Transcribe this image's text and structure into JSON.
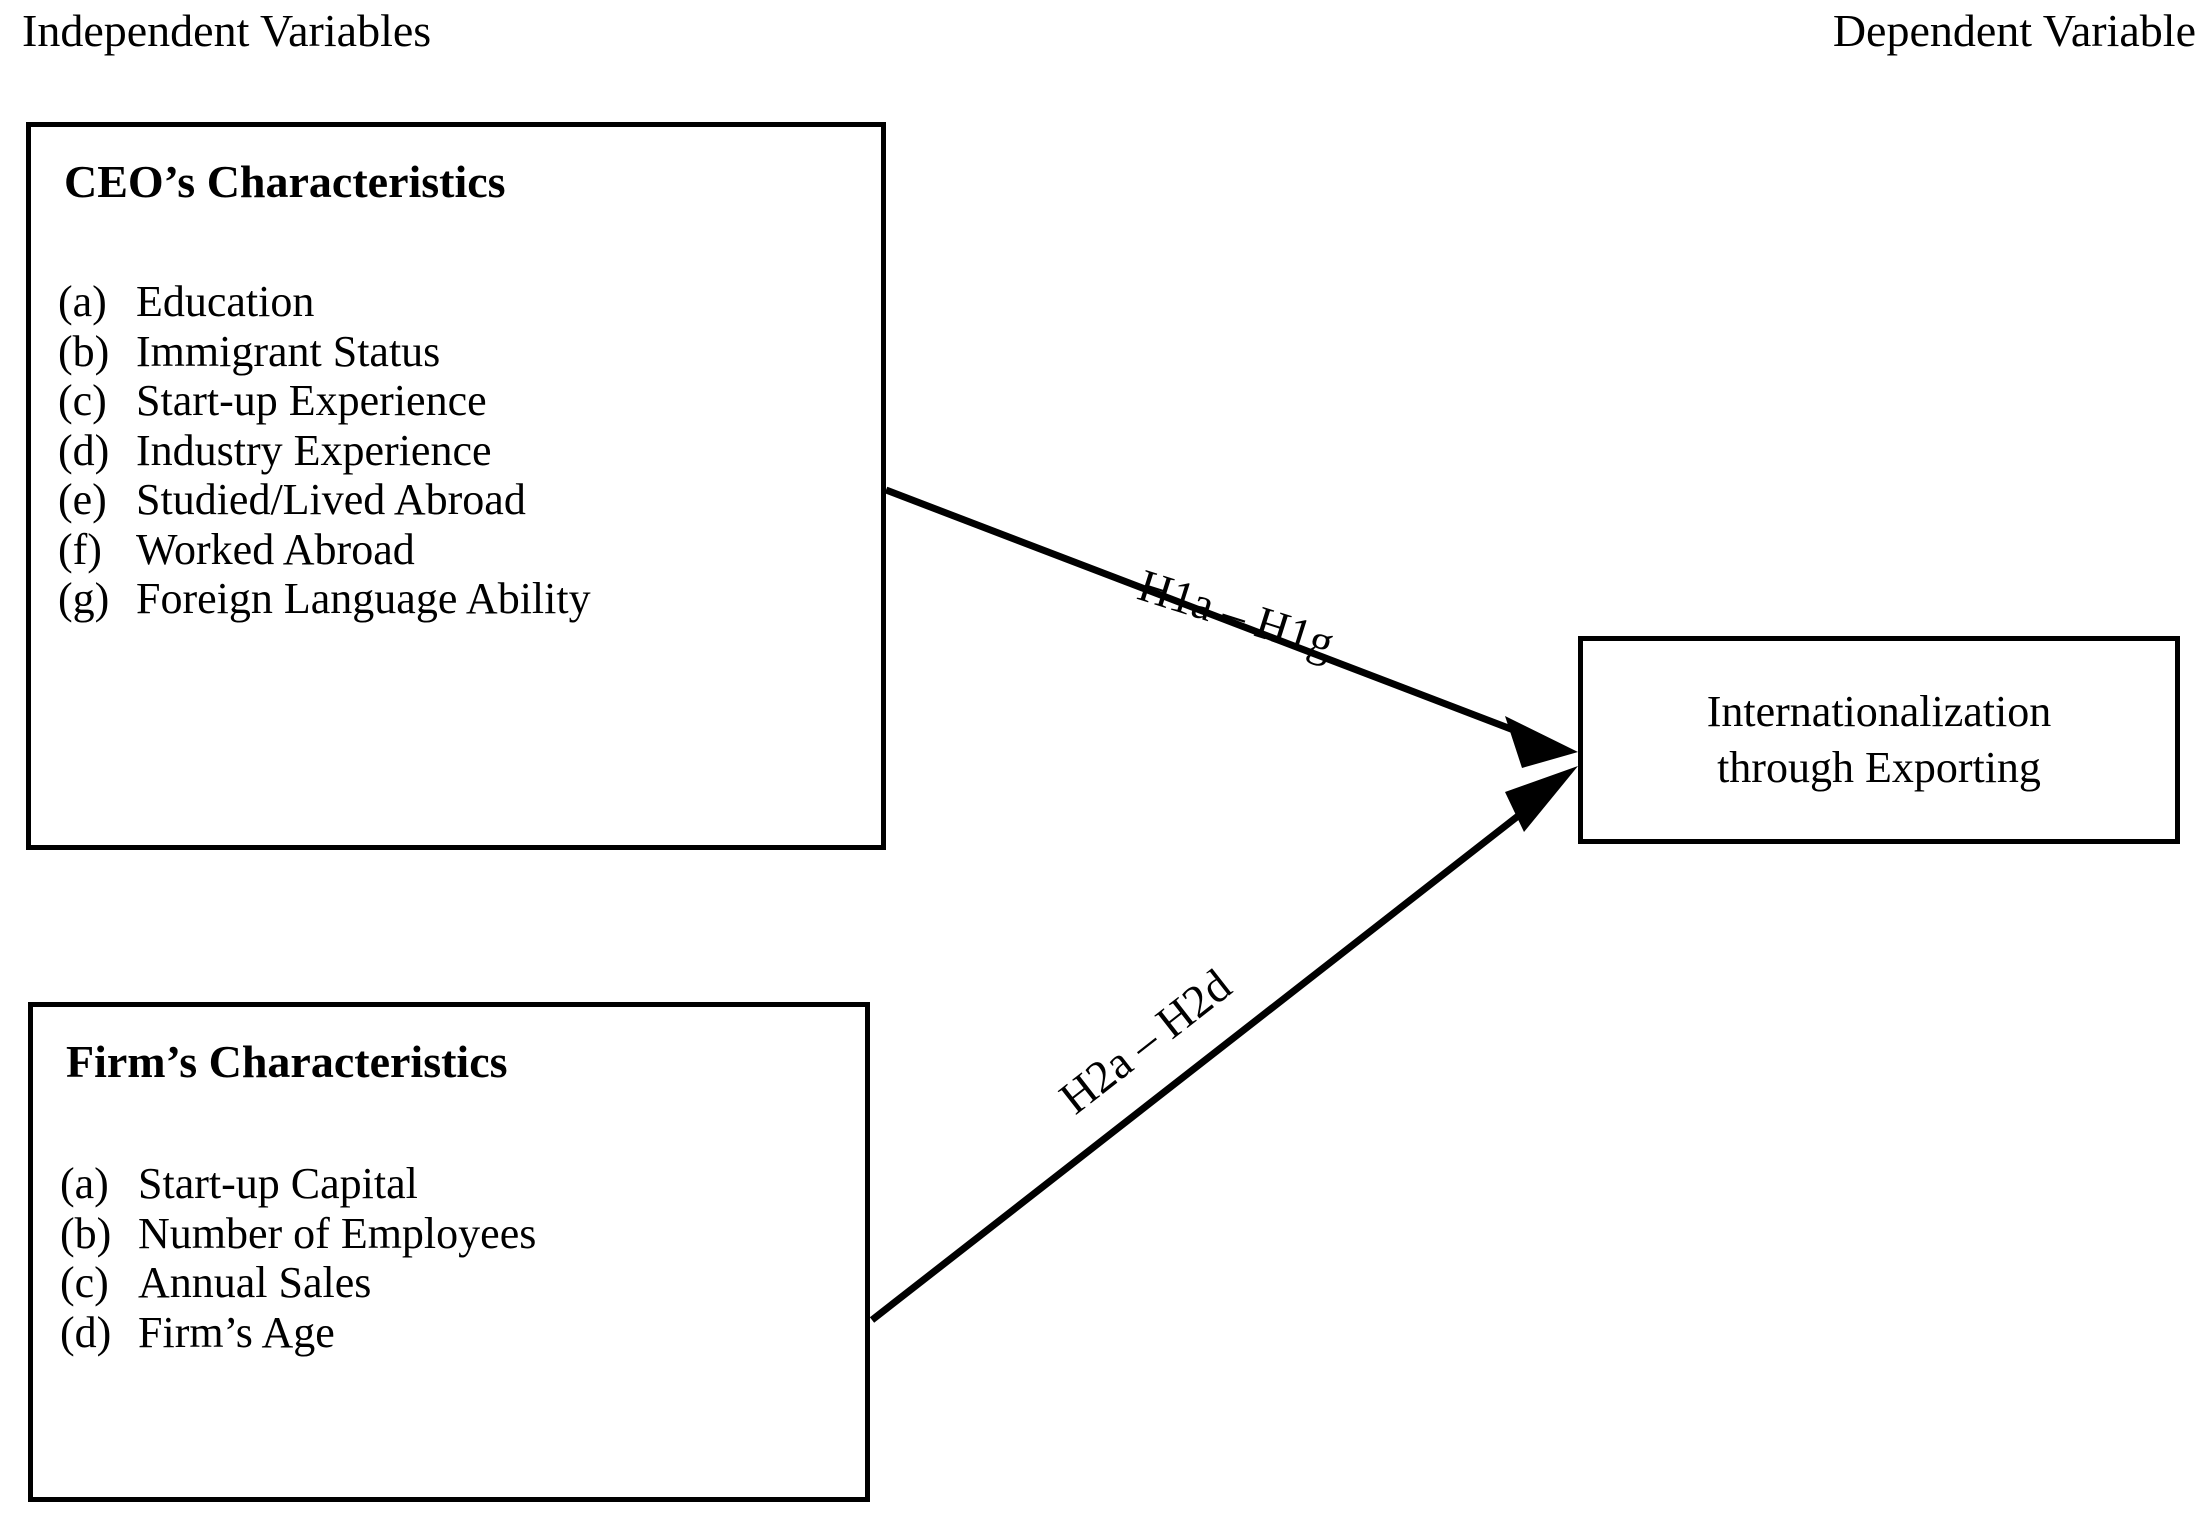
{
  "headers": {
    "independent": "Independent Variables",
    "dependent": "Dependent Variable"
  },
  "boxes": {
    "ceo": {
      "title": "CEO’s Characteristics",
      "items": [
        {
          "marker": "(a)",
          "label": "Education"
        },
        {
          "marker": "(b)",
          "label": "Immigrant Status"
        },
        {
          "marker": "(c)",
          "label": "Start-up Experience"
        },
        {
          "marker": "(d)",
          "label": "Industry Experience"
        },
        {
          "marker": "(e)",
          "label": "Studied/Lived Abroad"
        },
        {
          "marker": "(f)",
          "label": "Worked Abroad"
        },
        {
          "marker": "(g)",
          "label": "Foreign Language Ability"
        }
      ]
    },
    "firm": {
      "title": "Firm’s Characteristics",
      "items": [
        {
          "marker": "(a)",
          "label": "Start-up Capital"
        },
        {
          "marker": "(b)",
          "label": "Number of Employees"
        },
        {
          "marker": "(c)",
          "label": "Annual Sales"
        },
        {
          "marker": "(d)",
          "label": "Firm’s Age"
        }
      ]
    },
    "dependent": {
      "line1": "Internationalization",
      "line2": "through Exporting"
    }
  },
  "arrows": [
    {
      "name": "ceo-to-dv",
      "label": "H1a – H1g",
      "from": "CEO’s Characteristics",
      "to": "Internationalization through Exporting"
    },
    {
      "name": "firm-to-dv",
      "label": "H2a – H2d",
      "from": "Firm’s Characteristics",
      "to": "Internationalization through Exporting"
    }
  ],
  "colors": {
    "stroke": "#000000",
    "background": "#ffffff",
    "text": "#000000"
  }
}
